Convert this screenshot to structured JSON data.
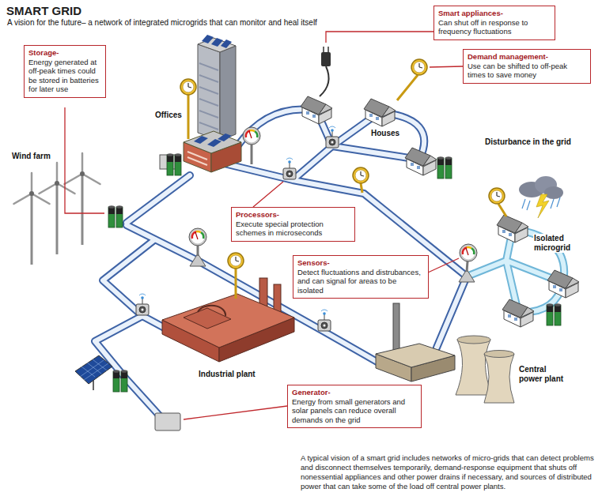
{
  "diagram": {
    "title": "SMART GRID",
    "caption": "A typical vision of a smart grid includes networks of micro-grids that can detect problems and disconnect themselves temporarily, demand-response equipment that shuts off nonessential appliances and other power drains if necessary, and sources of distributed power that can take some of the load off central power plants.",
    "nodes": [
      {
        "text": [
          "Storage-",
          "Energy generated at off-peak times could be stored in batteries for later use"
        ]
      },
      {
        "text": [
          "Smart appliances-",
          "Can shut off in response to frequency fluctuations"
        ]
      },
      {
        "text": [
          "Demand management-",
          "Use can be shifted to off-peak times to save money"
        ]
      },
      {
        "text": [
          "Processors-",
          "Execute special protection schemes in microseconds"
        ]
      },
      {
        "text": [
          "Sensors-",
          "Detect fluctuations and distrubances, and can signal for areas to be isolated"
        ]
      },
      {
        "text": [
          "Generator-",
          "Energy from small generators and solar panels can reduce overall demands on the grid"
        ]
      }
    ],
    "labels": [
      "A vision for the future– a network of integrated microgrids that can monitor and heal itself",
      "Offices",
      "Wind farm",
      "Houses",
      "Disturbance in the grid",
      "Isolated microgrid",
      "Industrial plant",
      "Central power plant"
    ]
  }
}
